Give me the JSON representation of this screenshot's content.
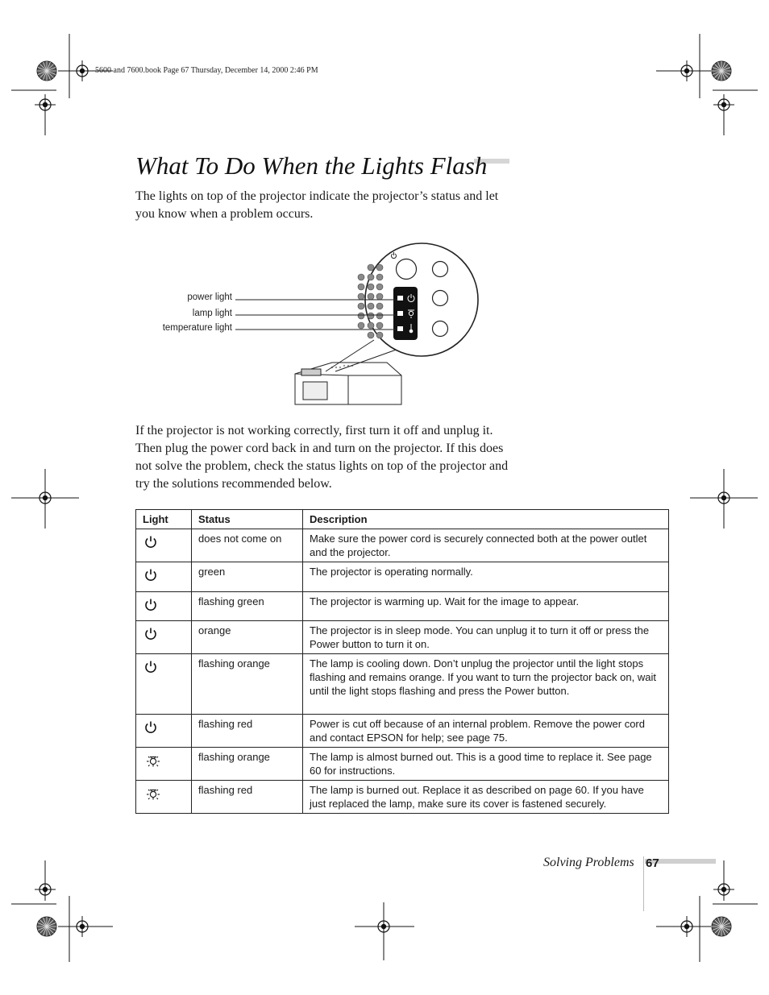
{
  "header": {
    "crop_text": "5600 and 7600.book  Page 67  Thursday, December 14, 2000  2:46 PM"
  },
  "page": {
    "title": "What To Do When the Lights Flash",
    "intro": "The lights on top of the projector indicate the projector’s status and let you know when a problem occurs.",
    "figure_labels": {
      "power": "power light",
      "lamp": "lamp light",
      "temperature": "temperature light"
    },
    "troubleshoot": "If the projector is not working correctly, first turn it off and unplug it. Then plug the power cord back in and turn on the projector. If this does not solve the problem, check the status lights on top of the projector and try the solutions recommended below."
  },
  "table": {
    "headers": [
      "Light",
      "Status",
      "Description"
    ],
    "rows": [
      {
        "icon": "power-icon",
        "status": "does not come on",
        "description": "Make sure the power cord is securely connected both at the power outlet and the projector."
      },
      {
        "icon": "power-icon",
        "status": "green",
        "description": "The projector is operating normally."
      },
      {
        "icon": "power-icon",
        "status": "flashing green",
        "description": "The projector is warming up. Wait for the image to appear."
      },
      {
        "icon": "power-icon",
        "status": "orange",
        "description": "The projector is in sleep mode. You can unplug it to turn it off or press the Power button to turn it on."
      },
      {
        "icon": "power-icon",
        "status": "flashing orange",
        "description": "The lamp is cooling down. Don’t unplug the projector until the light stops flashing and remains orange. If you want to turn the projector back on, wait until the light stops flashing and press the Power button."
      },
      {
        "icon": "power-icon",
        "status": "flashing red",
        "description": "Power is cut off because of an internal problem. Remove the power cord and contact EPSON for help; see page 75."
      },
      {
        "icon": "lamp-icon",
        "status": "flashing orange",
        "description": "The lamp is almost burned out. This is a good time to replace it. See page 60 for instructions."
      },
      {
        "icon": "lamp-icon",
        "status": "flashing red",
        "description": "The lamp is burned out. Replace it as described on page 60. If you have just replaced the lamp, make sure its cover is fastened securely."
      }
    ]
  },
  "footer": {
    "section": "Solving Problems",
    "page_number": "67"
  }
}
